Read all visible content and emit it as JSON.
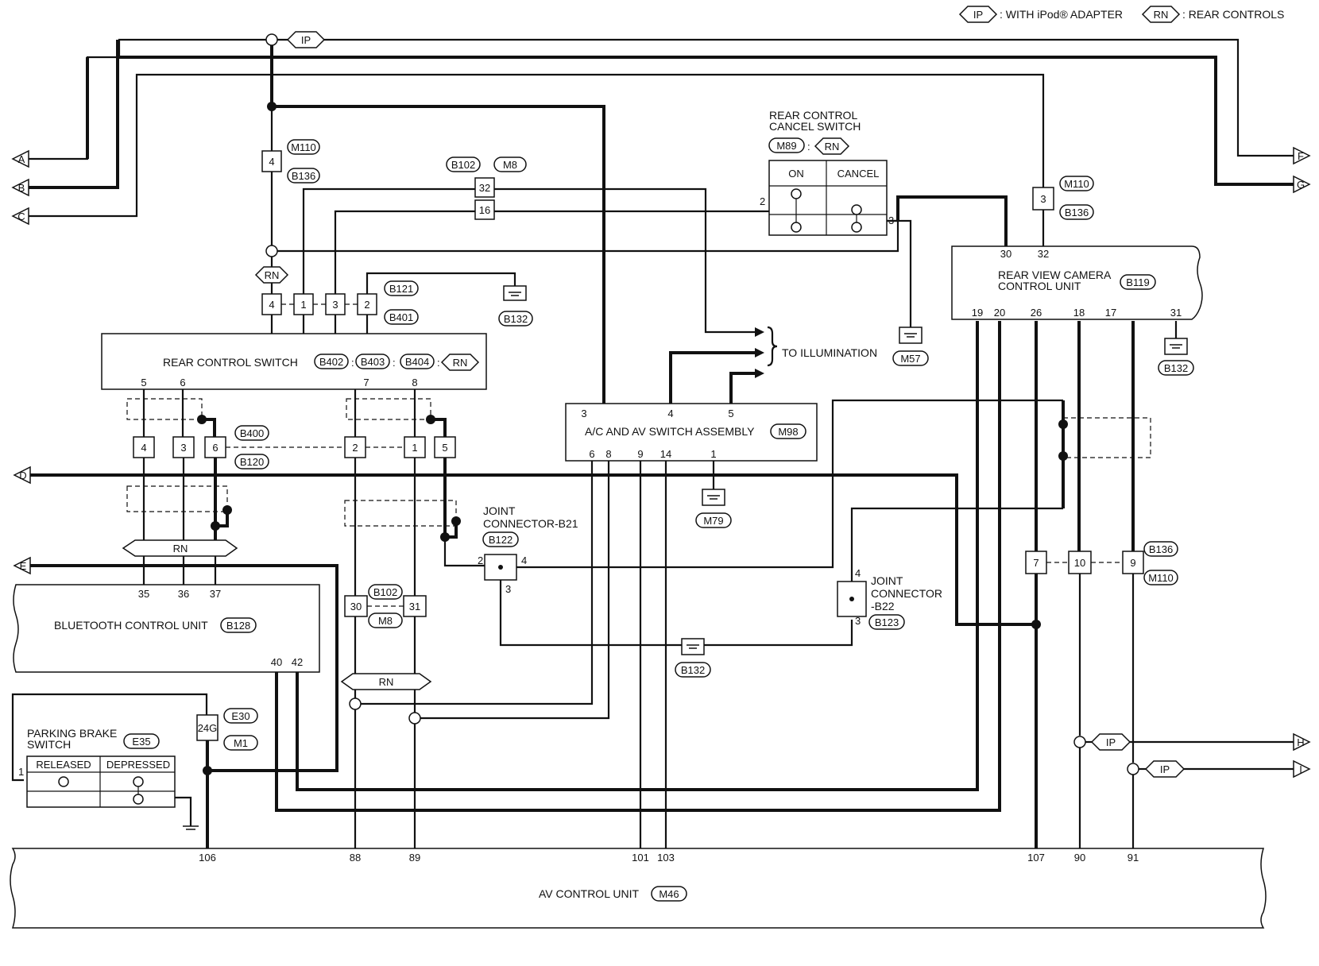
{
  "legend": {
    "ip_tag": "IP",
    "ip_text": ": WITH iPod® ADAPTER",
    "rn_tag": "RN",
    "rn_text": ": REAR CONTROLS"
  },
  "tags": {
    "ip": "IP",
    "rn": "RN"
  },
  "arrows": {
    "a": "A",
    "b": "B",
    "c": "C",
    "d": "D",
    "e": "E",
    "f": "F",
    "g": "G",
    "h": "H",
    "i": "I"
  },
  "connectors": {
    "m110": "M110",
    "b136": "B136",
    "b102": "B102",
    "m8": "M8",
    "m89": "M89",
    "b121": "B121",
    "b401": "B401",
    "b132": "B132",
    "b402": "B402",
    "b403": "B403",
    "b404": "B404",
    "b400": "B400",
    "b120": "B120",
    "m98": "M98",
    "m57": "M57",
    "m79": "M79",
    "b119": "B119",
    "b122": "B122",
    "b123": "B123",
    "b128": "B128",
    "e30": "E30",
    "m1": "M1",
    "e35": "E35",
    "m46": "M46"
  },
  "components": {
    "rear_control_cancel_switch": [
      "REAR CONTROL",
      "CANCEL SWITCH"
    ],
    "rear_control_switch": "REAR CONTROL SWITCH",
    "to_illumination": "TO ILLUMINATION",
    "ac_av_switch": "A/C AND AV SWITCH ASSEMBLY",
    "rear_view_camera": [
      "REAR VIEW CAMERA",
      "CONTROL UNIT"
    ],
    "joint_b21": [
      "JOINT",
      "CONNECTOR-B21"
    ],
    "joint_b22": [
      "JOINT",
      "CONNECTOR",
      "-B22"
    ],
    "bluetooth": "BLUETOOTH CONTROL UNIT",
    "parking_brake": [
      "PARKING BRAKE",
      "SWITCH"
    ],
    "av_control": "AV CONTROL UNIT"
  },
  "switch_tables": {
    "cancel": {
      "on": "ON",
      "cancel": "CANCEL"
    },
    "parking": {
      "released": "RELEASED",
      "depressed": "DEPRESSED"
    }
  },
  "separator": ":",
  "pins": {
    "p4": "4",
    "p1": "1",
    "p2": "2",
    "p3": "3",
    "p5": "5",
    "p6": "6",
    "p7": "7",
    "p8": "8",
    "p9": "9",
    "p10": "10",
    "p14": "14",
    "p16": "16",
    "p17": "17",
    "p18": "18",
    "p19": "19",
    "p20": "20",
    "p24g": "24G",
    "p26": "26",
    "p30": "30",
    "p31": "31",
    "p32": "32",
    "p35": "35",
    "p36": "36",
    "p37": "37",
    "p40": "40",
    "p42": "42",
    "p88": "88",
    "p89": "89",
    "p90": "90",
    "p91": "91",
    "p101": "101",
    "p103": "103",
    "p106": "106",
    "p107": "107"
  }
}
